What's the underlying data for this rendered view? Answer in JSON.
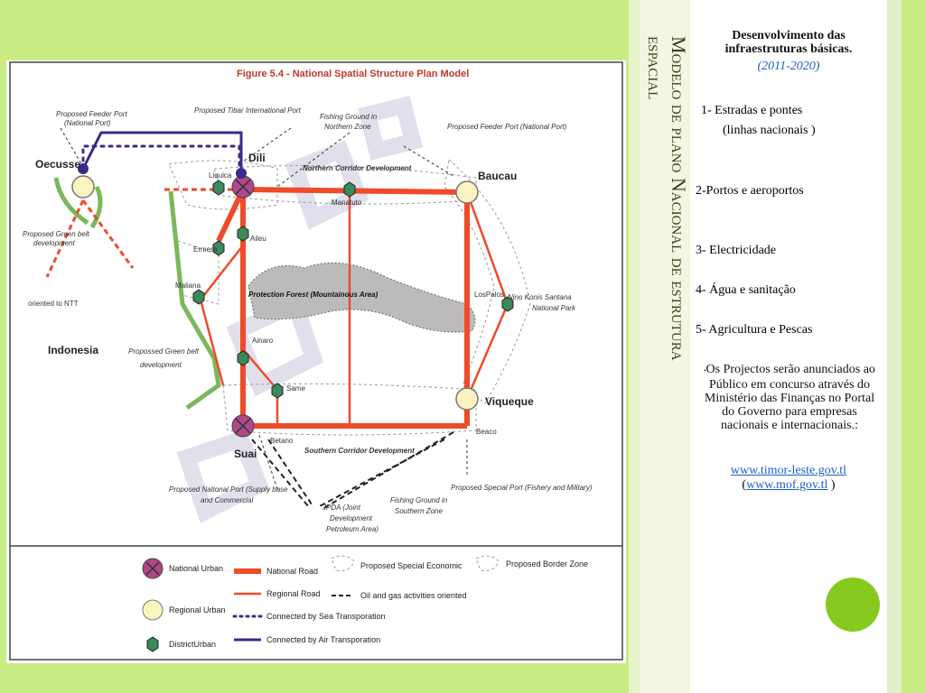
{
  "slide": {
    "vertical_title_line1": "Modelo de plano Nacional  de estrutura",
    "vertical_title_line2": "espacial",
    "heading_line1": "Desenvolvimento das",
    "heading_line2": "infraestruturas básicas.",
    "years": "(2011-2020)",
    "item1a": "1- Estradas e pontes",
    "item1b": "(linhas  nacionais )",
    "item2": "2-Portos e  aeroportos",
    "item3": "3- Electricidade",
    "item4": "4- Água e   sanitação",
    "item5": "5- Agricultura e Pescas",
    "note": "Os Projectos serão anunciados ao Público em concurso através do Ministério das Finanças no Portal do Governo para empresas nacionais e internacionais.:",
    "link1": "www.timor-leste.gov.tl",
    "link2": "www.mof.gov.tl",
    "paren_open": "(",
    "paren_close": " )",
    "accent_color": "#86c91f"
  },
  "map": {
    "figure_title": "Figure 5.4 - National Spatial Structure Plan Model",
    "labels": {
      "oecusse": "Oecusse",
      "dili": "Dili",
      "baucau": "Baucau",
      "viqueque": "Viqueque",
      "suai": "Suai",
      "indonesia": "Indonesia",
      "feeder_port_national": "Proposed Feeder Port",
      "feeder_port_national2": "(National Port)",
      "tibar": "Proposed Tibar International Port",
      "fishing_north1": "Fishing Ground in",
      "fishing_north2": "Northern Zone",
      "feeder_port_baucau": "Proposed Feeder Port (National Port)",
      "northern_corridor": "Northern Corridor Development",
      "liquica": "Liquica",
      "manatuto": "Manatuto",
      "ermera": "Ermera",
      "aileu": "Aileu",
      "maliana": "Maliana",
      "protection_forest": "Protection Forest (Mountainous Area)",
      "los_palos": "LosPalos",
      "nino_konis1": "Nino Konis Santana",
      "nino_konis2": "National Park",
      "green_belt_west1": "Proposed Green belt",
      "green_belt_west2": "development",
      "oriented_ntt": "oriented  to NTT",
      "green_belt_south1": "Propossed Green belt",
      "green_belt_south2": "development",
      "ainaro": "Ainaro",
      "same": "Same",
      "betano": "Betano",
      "beaco": "Beaco",
      "southern_corridor": "Southern Corridor Development",
      "nat_port_suai1": "Proposed National Port (Supply base",
      "nat_port_suai2": "and Commercial",
      "jpda1": "JPDA (Joint",
      "jpda2": "Development",
      "jpda3": "Petroleum Area)",
      "fishing_south1": "Fishing Ground in",
      "fishing_south2": "Southern Zone",
      "special_port": "Proposed Special Port (Fishery and Military)"
    },
    "legend": {
      "national_urban": "National Urban",
      "regional_urban": "Regional Urban",
      "district_urban": "DistrictUrban",
      "national_road": "National Road",
      "regional_road": "Regional Road",
      "sea_transport": "Connected by Sea Transporation",
      "air_transport": "Connected by Air Transporation",
      "special_economic": "Proposed Special Economic",
      "oil_gas": "Oil and gas activities oriented",
      "border_zone": "Proposed Border Zone"
    },
    "colors": {
      "road": "#f04a2a",
      "urban_fill": "#fbf3c0",
      "district": "#3a8a5a",
      "national_urban": "#b0478a",
      "sea": "#3a2a8a",
      "green_belt": "#7ab85a",
      "title": "#c0392b"
    }
  }
}
